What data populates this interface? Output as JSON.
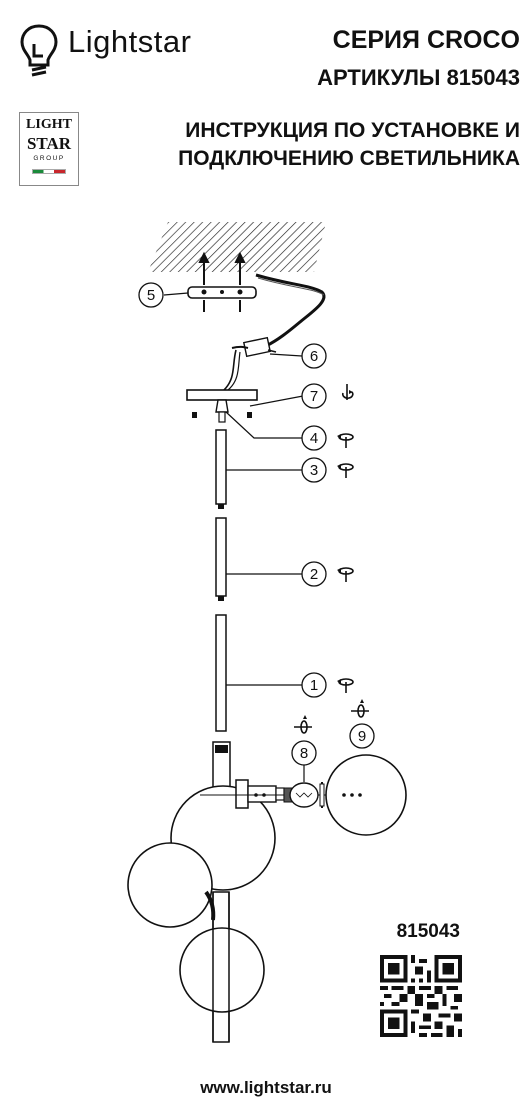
{
  "header": {
    "brand": "Lightstar",
    "series": "СЕРИЯ CROCO",
    "articles": "АРТИКУЛЫ 815043",
    "instruction_line1": "ИНСТРУКЦИЯ ПО УСТАНОВКЕ И",
    "instruction_line2": "ПОДКЛЮЧЕНИЮ СВЕТИЛЬНИКА"
  },
  "group_logo": {
    "line1": "LIGHT",
    "line2": "STAR",
    "line3": "GROUP"
  },
  "callouts": [
    "1",
    "2",
    "3",
    "4",
    "5",
    "6",
    "7",
    "8",
    "9"
  ],
  "product_code": "815043",
  "website": "www.lightstar.ru",
  "icons": [
    "bulb-logo-icon",
    "rotate-right-icon",
    "rotate-left-icon",
    "qr-code"
  ]
}
